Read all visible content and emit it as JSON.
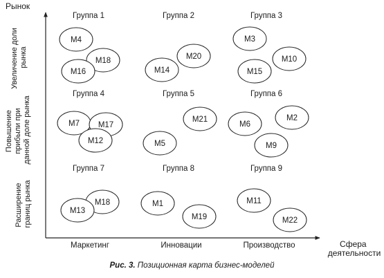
{
  "y_axis_title": "Рынок",
  "x_axis_title": "Сфера деятельности",
  "rows": [
    {
      "label": "Увеличение доли рынка"
    },
    {
      "label": "Повышение прибыли при данной доле рынка"
    },
    {
      "label": "Расширение границ рынка"
    }
  ],
  "columns": [
    {
      "label": "Маркетинг"
    },
    {
      "label": "Инновации"
    },
    {
      "label": "Производство"
    }
  ],
  "groups": [
    {
      "title": "Группа 1",
      "models": [
        "M4",
        "M18",
        "M16"
      ]
    },
    {
      "title": "Группа 2",
      "models": [
        "M20",
        "M14"
      ]
    },
    {
      "title": "Группа 3",
      "models": [
        "M3",
        "M10",
        "M15"
      ]
    },
    {
      "title": "Группа 4",
      "models": [
        "M7",
        "M17",
        "M12"
      ]
    },
    {
      "title": "Группа 5",
      "models": [
        "M21",
        "M5"
      ]
    },
    {
      "title": "Группа 6",
      "models": [
        "M6",
        "M2",
        "M9"
      ]
    },
    {
      "title": "Группа 7",
      "models": [
        "M18",
        "M13"
      ]
    },
    {
      "title": "Группа 8",
      "models": [
        "M1",
        "M19"
      ]
    },
    {
      "title": "Группа 9",
      "models": [
        "M11",
        "M22"
      ]
    }
  ],
  "caption": {
    "prefix": "Рис. 3.",
    "text": "Позиционная карта бизнес-моделей"
  }
}
